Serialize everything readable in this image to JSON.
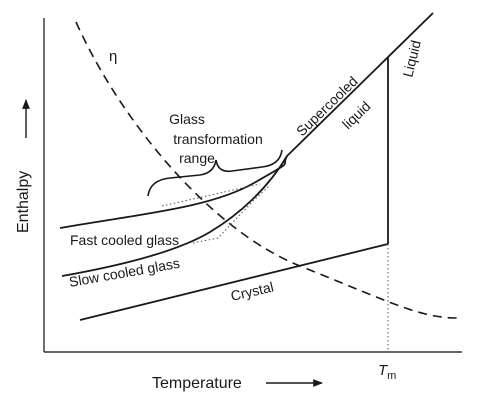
{
  "axes": {
    "y_label": "Enthalpy",
    "x_label": "Temperature"
  },
  "labels": {
    "eta": "η",
    "glass_range_line1": "Glass",
    "glass_range_line2": "transformation",
    "glass_range_line3": "range",
    "supercooled": "Supercooled",
    "liquid_under_supercooled": "liquid",
    "liquid": "Liquid",
    "fast_cooled": "Fast cooled glass",
    "slow_cooled": "Slow cooled glass",
    "crystal": "Crystal",
    "tm_main": "T",
    "tm_sub": "m"
  },
  "colors": {
    "ink": "#1a1a1a",
    "axis": "#333333",
    "background": "#ffffff"
  }
}
